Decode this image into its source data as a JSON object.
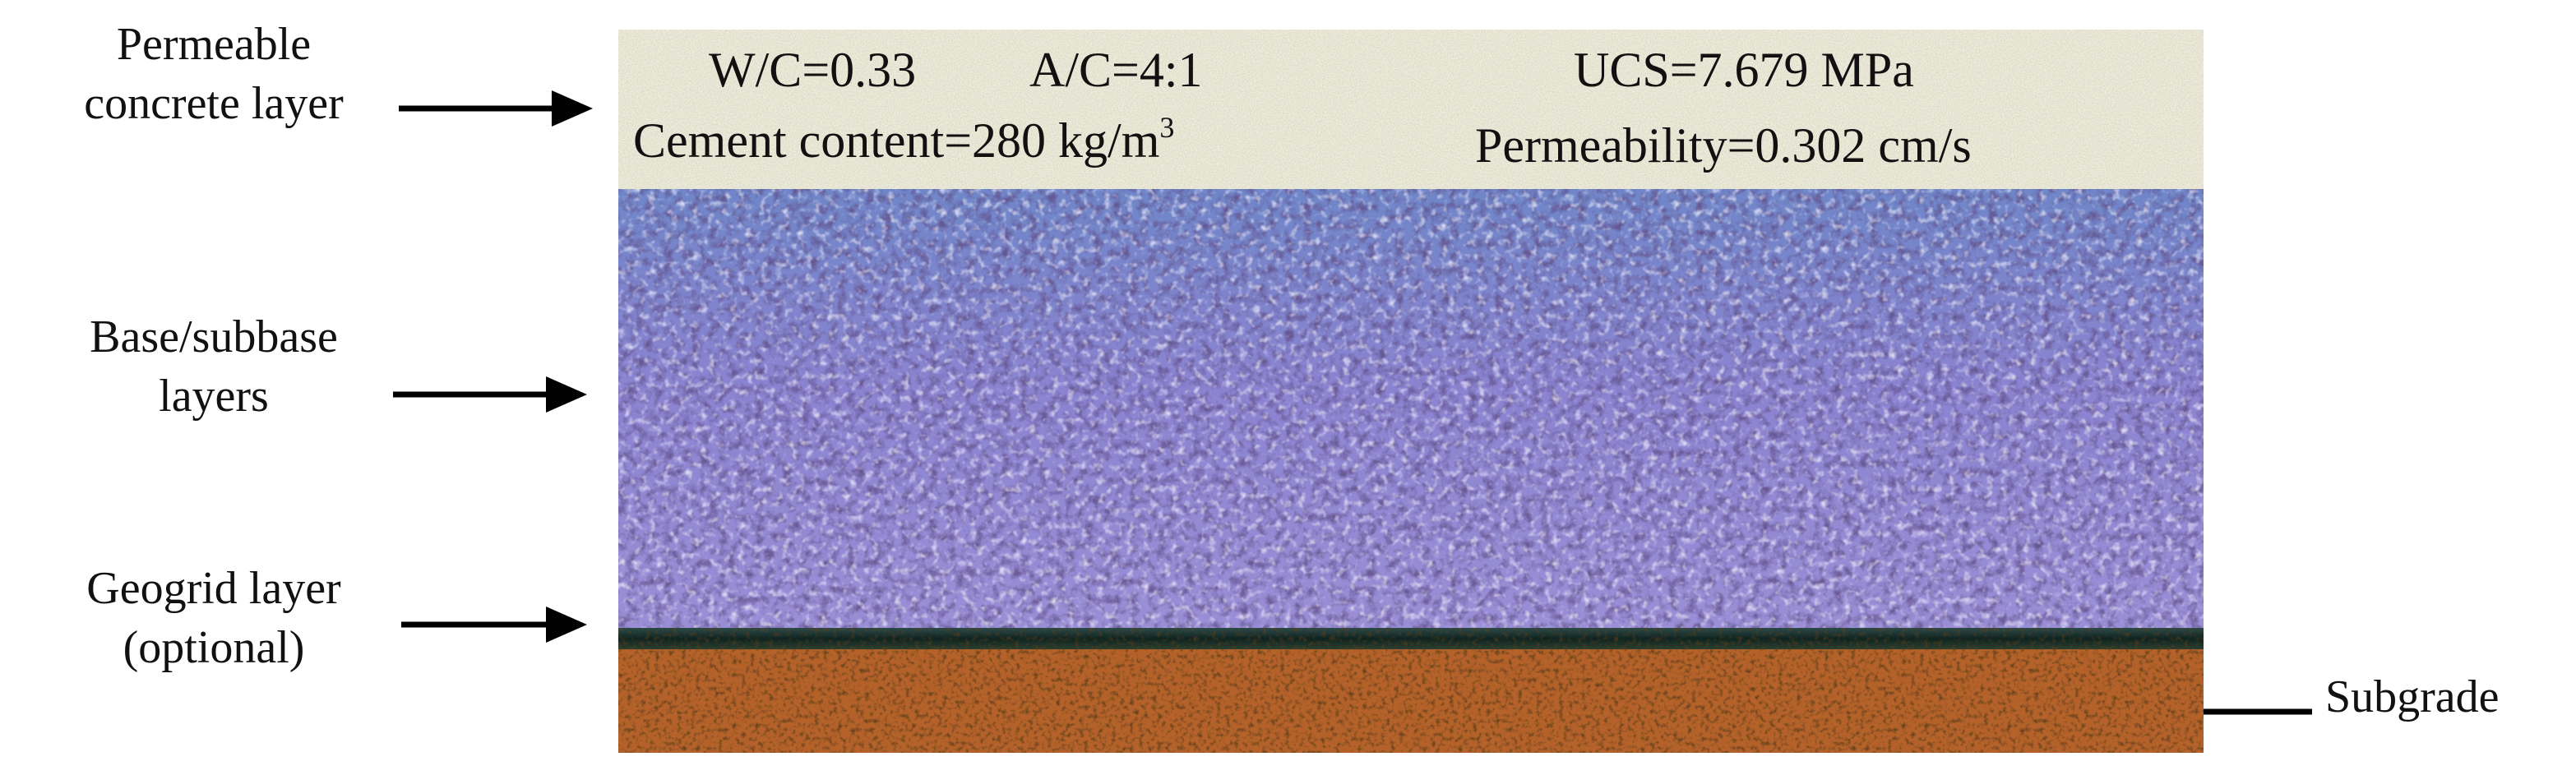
{
  "labels": {
    "permeable": [
      "Permeable",
      "concrete layer"
    ],
    "base": [
      "Base/subbase",
      "layers"
    ],
    "geogrid": [
      "Geogrid layer",
      "(optional)"
    ],
    "subgrade": "Subgrade"
  },
  "specs": {
    "wc": "W/C=0.33",
    "ac": "A/C=4:1",
    "cement_prefix": "Cement content=280 kg/m",
    "cement_exponent": "3",
    "ucs": "UCS=7.679 MPa",
    "permeability": "Permeability=0.302 cm/s"
  },
  "colors": {
    "concrete": "#efeedd",
    "base": "#8f86cf",
    "base_blue": "#6f86c8",
    "geogrid": "#1d3a33",
    "subgrade": "#b4622a",
    "arrow": "#000000"
  }
}
